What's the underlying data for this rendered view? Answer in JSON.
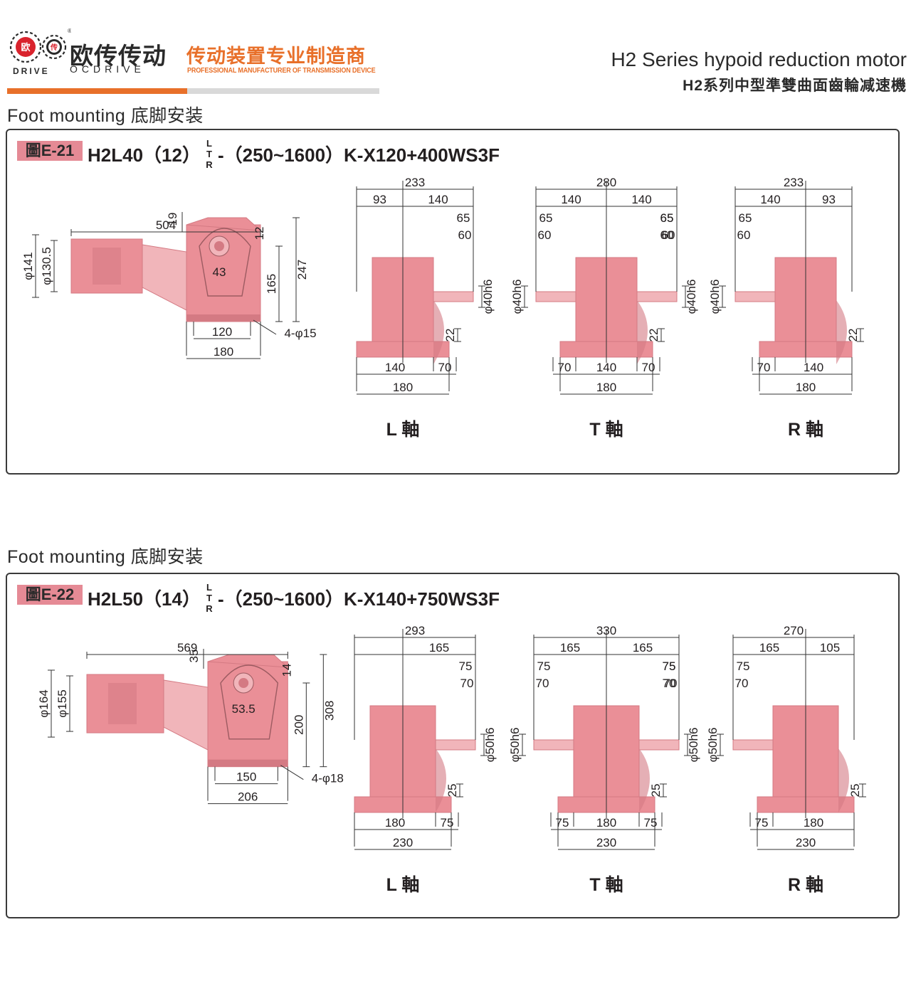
{
  "header": {
    "brand_cn": "欧传传动",
    "brand_en_left": "DRIVE",
    "brand_en_right": "OCDRIVE",
    "logo_chars": [
      "欧",
      "传"
    ],
    "slogan_cn": "传动装置专业制造商",
    "slogan_en": "PROFESSIONAL MANUFACTURER OF TRANSMISSION DEVICE",
    "series_en": "H2 Series hypoid reduction motor",
    "series_cn": "H2系列中型準雙曲面齒輪减速機"
  },
  "colors": {
    "accent": "#e8702a",
    "body": "#ea8f97",
    "body_dark": "#d47a83",
    "tag": "#e58a95"
  },
  "figures": [
    {
      "section_label": "Foot mounting 底脚安装",
      "tag": "圖E-21",
      "model_code": "H2L40（12）",
      "shaft_letters": [
        "L",
        "T",
        "R"
      ],
      "model_rest": "-（250~1600）K-X120+400WS3F",
      "side": {
        "length": "504",
        "d1": "φ141",
        "d2": "φ130.5",
        "top_off": "19",
        "shaft_off": "12",
        "h_axis": "165",
        "h_total": "247",
        "center": "43",
        "foot_inner": "120",
        "foot_outer": "180",
        "holes": "4-φ15"
      },
      "views": [
        {
          "axis": "L 軸",
          "total": "233",
          "left": "93",
          "right": "140",
          "s1": "65",
          "s2": "60",
          "shaft_d": "φ40h6",
          "h": "22",
          "base_a": "140",
          "base_b": "70",
          "base_total": "180"
        },
        {
          "axis": "T 軸",
          "total": "280",
          "left": "140",
          "right": "140",
          "s1": "65",
          "s2": "60",
          "s3": "60",
          "s4": "65",
          "shaft_d": "φ40h6",
          "h": "22",
          "base_a": "70",
          "base_b": "140",
          "base_c": "70",
          "base_total": "180"
        },
        {
          "axis": "R 軸",
          "total": "233",
          "left": "140",
          "right": "93",
          "s1": "65",
          "s2": "60",
          "shaft_d": "φ40h6",
          "h": "22",
          "base_a": "70",
          "base_b": "140",
          "base_total": "180"
        }
      ]
    },
    {
      "section_label": "Foot mounting 底脚安装",
      "tag": "圖E-22",
      "model_code": "H2L50（14）",
      "shaft_letters": [
        "L",
        "T",
        "R"
      ],
      "model_rest": "-（250~1600）K-X140+750WS3F",
      "side": {
        "length": "569",
        "d1": "φ164",
        "d2": "φ155",
        "top_off": "35",
        "shaft_off": "14",
        "h_axis": "200",
        "h_total": "308",
        "center": "53.5",
        "foot_inner": "150",
        "foot_outer": "206",
        "holes": "4-φ18"
      },
      "views": [
        {
          "axis": "L 軸",
          "total": "293",
          "left": "",
          "right": "165",
          "s1": "75",
          "s2": "70",
          "shaft_d": "φ50h6",
          "h": "25",
          "base_a": "180",
          "base_b": "75",
          "base_total": "230"
        },
        {
          "axis": "T 軸",
          "total": "330",
          "left": "165",
          "right": "165",
          "s1": "75",
          "s2": "70",
          "s3": "70",
          "s4": "75",
          "shaft_d": "φ50h6",
          "h": "25",
          "base_a": "75",
          "base_b": "180",
          "base_c": "75",
          "base_total": "230"
        },
        {
          "axis": "R 軸",
          "total": "270",
          "left": "165",
          "right": "105",
          "s1": "75",
          "s2": "70",
          "shaft_d": "φ50h6",
          "h": "25",
          "base_a": "75",
          "base_b": "180",
          "base_total": "230"
        }
      ]
    }
  ]
}
